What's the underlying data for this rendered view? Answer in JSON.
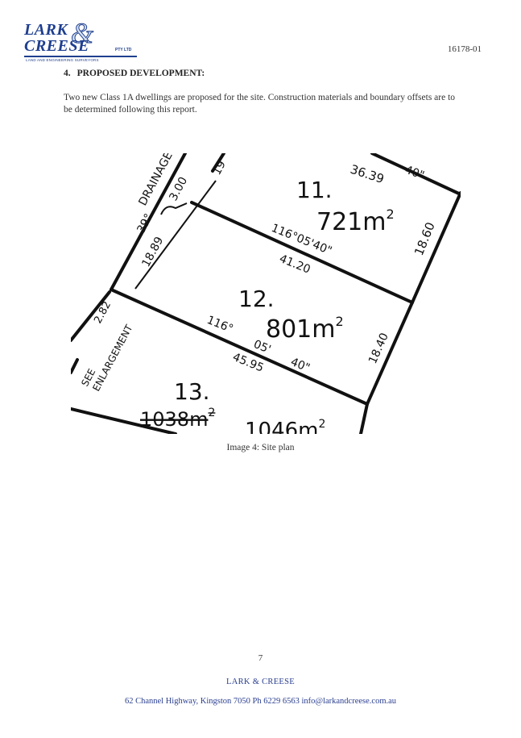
{
  "header": {
    "logo": {
      "line1": "LARK",
      "ampersand": "&",
      "line2": "CREESE",
      "pty": "PTY LTD",
      "tagline": "LAND AND ENGINEERING SURVEYORS"
    },
    "doc_ref": "16178-01"
  },
  "section": {
    "number": "4.",
    "title": "PROPOSED DEVELOPMENT:",
    "body": "Two new Class 1A dwellings are proposed for the site. Construction materials and boundary offsets are to be determined following this report."
  },
  "figure": {
    "caption": "Image 4: Site plan",
    "labels": {
      "lot11": "11.",
      "area11": "721m",
      "lot12": "12.",
      "area12": "801m",
      "lot13": "13.",
      "area13_struck": "1038m",
      "area13_new": "1046m",
      "exp": "2",
      "drainage": "DRAINAGE",
      "d300": "3.00",
      "d39": "39°",
      "d19": "19",
      "top_sec": "40\"",
      "b3639": "36.39",
      "b1860": "18.60",
      "b_bearing11": "116°05'40\"",
      "b4120": "41.20",
      "b1889": "18.89",
      "b_bearing12a": "116°",
      "b_bearing12b": "05'",
      "b_bearing12c": "40\"",
      "b4595": "45.95",
      "b1840": "18.40",
      "b282": "2.82",
      "see": "SEE",
      "enlargement": "ENLARGEMENT"
    }
  },
  "footer": {
    "page_number": "7",
    "company": "LARK & CREESE",
    "address": "62 Channel Highway, Kingston 7050 Ph 6229 6563 info@larkandcreese.com.au"
  }
}
